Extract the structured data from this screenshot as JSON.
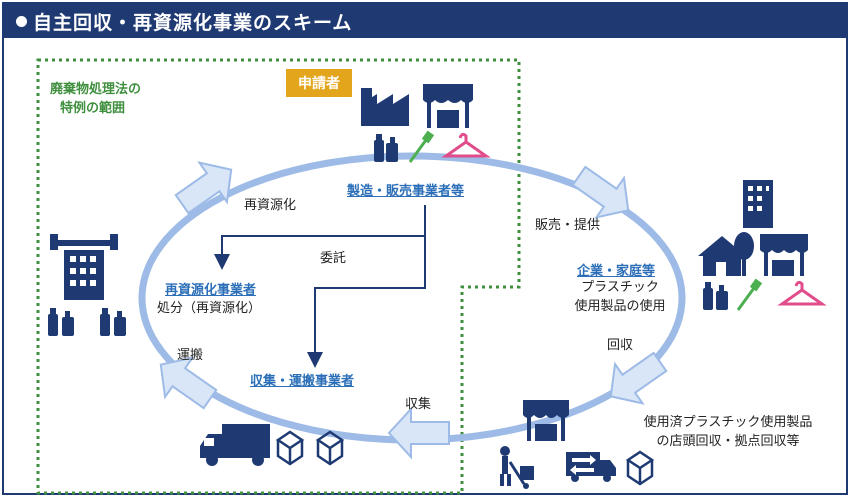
{
  "title": "自主回収・再資源化事業のスキーム",
  "special_area_label": [
    "廃棄物処理法の",
    "特例の範囲"
  ],
  "applicant_badge": "申請者",
  "nodes": {
    "manufacturer": "製造・販売事業者等",
    "recycler": "再資源化事業者",
    "recycler_desc": "処分（再資源化）",
    "collector": "収集・運搬事業者",
    "consumer": "企業・家庭等",
    "consumer_desc": [
      "プラスチック",
      "使用製品の使用"
    ],
    "collection_point_desc": [
      "使用済プラスチック使用製品",
      "の店頭回収・拠点回収等"
    ]
  },
  "flows": {
    "recycle": "再資源化",
    "consign": "委託",
    "sell": "販売・提供",
    "collect_back": "回収",
    "gather": "収集",
    "transport": "運搬"
  },
  "icons": [
    "factory-icon",
    "shop-icon",
    "bottle-icon",
    "toothbrush-icon",
    "hanger-icon",
    "office-building-icon",
    "house-icon",
    "tree-icon",
    "truck-icon",
    "box-icon",
    "recycling-plant-icon",
    "hand-truck-icon",
    "delivery-van-icon"
  ],
  "colors": {
    "title_bg": "#1f3a73",
    "cycle": "#9dbbe6",
    "accent_blue": "#2c6fb8",
    "green": "#3f8f3f",
    "badge": "#e3a51b"
  }
}
